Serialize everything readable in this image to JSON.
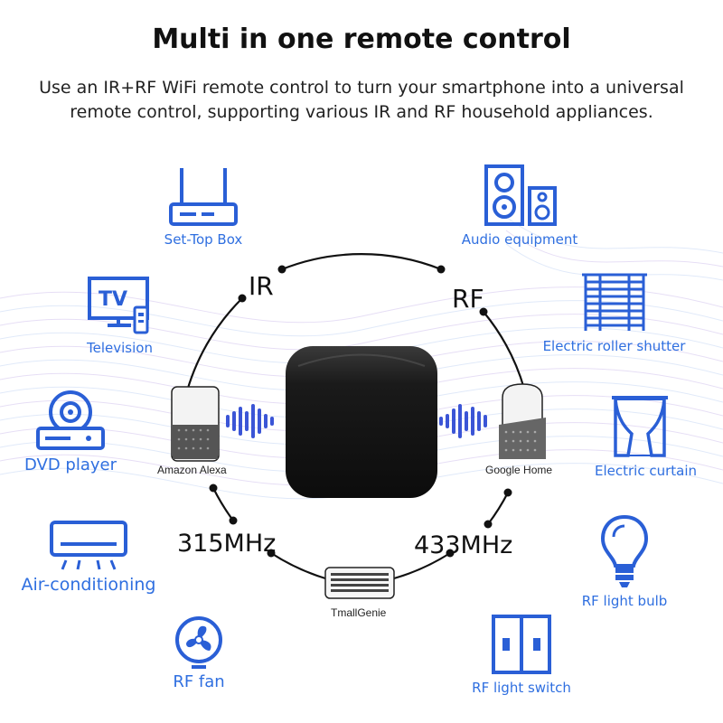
{
  "title": "Multi in one remote control",
  "subtitle_line1": "Use an IR+RF WiFi remote control to turn your smartphone into a universal",
  "subtitle_line2": "remote control, supporting various IR and RF household appliances.",
  "diagram": {
    "ir_label": "IR",
    "rf_label": "RF",
    "freq_left": "315MHz",
    "freq_right": "433MHz",
    "speaker_left": "Amazon Alexa",
    "speaker_right": "Google Home",
    "speaker_bottom": "TmallGenie"
  },
  "ir_devices": [
    {
      "label": "Set-Top Box",
      "icon": "set-top-box-icon"
    },
    {
      "label": "Television",
      "icon": "television-icon",
      "tv_text": "TV"
    },
    {
      "label": "DVD player",
      "icon": "dvd-player-icon"
    },
    {
      "label": "Air-conditioning",
      "icon": "air-conditioner-icon"
    },
    {
      "label": "RF fan",
      "icon": "fan-icon"
    }
  ],
  "rf_devices": [
    {
      "label": "Audio equipment",
      "icon": "speaker-icon"
    },
    {
      "label": "Electric roller shutter",
      "icon": "roller-shutter-icon"
    },
    {
      "label": "Electric curtain",
      "icon": "curtain-icon"
    },
    {
      "label": "RF light bulb",
      "icon": "light-bulb-icon"
    },
    {
      "label": "RF light switch",
      "icon": "light-switch-icon"
    }
  ],
  "colors": {
    "accent": "#2f6fe0",
    "icon": "#2a5fd6",
    "device": "#1b1b1b"
  }
}
